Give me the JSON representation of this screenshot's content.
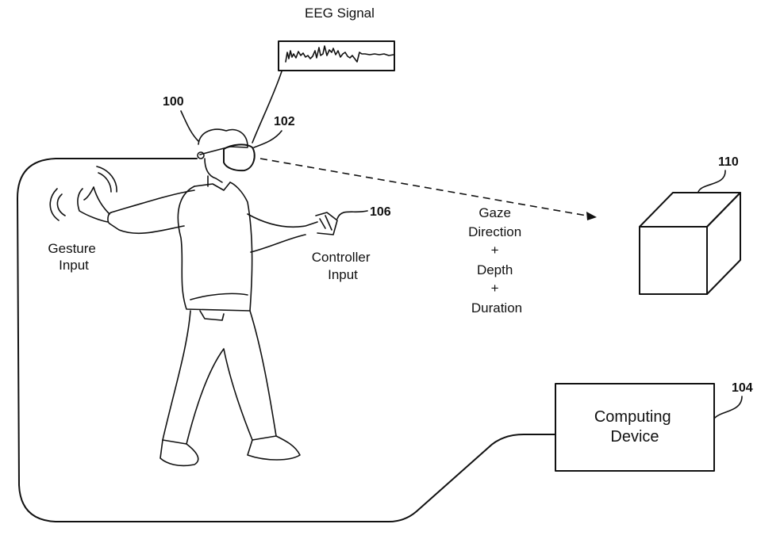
{
  "figure": {
    "eeg": {
      "title": "EEG Signal"
    },
    "reference_numerals": {
      "user": "100",
      "headset": "102",
      "computing_device": "104",
      "controller": "106",
      "object": "110"
    },
    "labels": {
      "gesture": [
        "Gesture",
        "Input"
      ],
      "controller": [
        "Controller",
        "Input"
      ],
      "gaze": [
        "Gaze",
        "Direction",
        "+",
        "Depth",
        "+",
        "Duration"
      ],
      "computing_device": [
        "Computing",
        "Device"
      ]
    }
  }
}
